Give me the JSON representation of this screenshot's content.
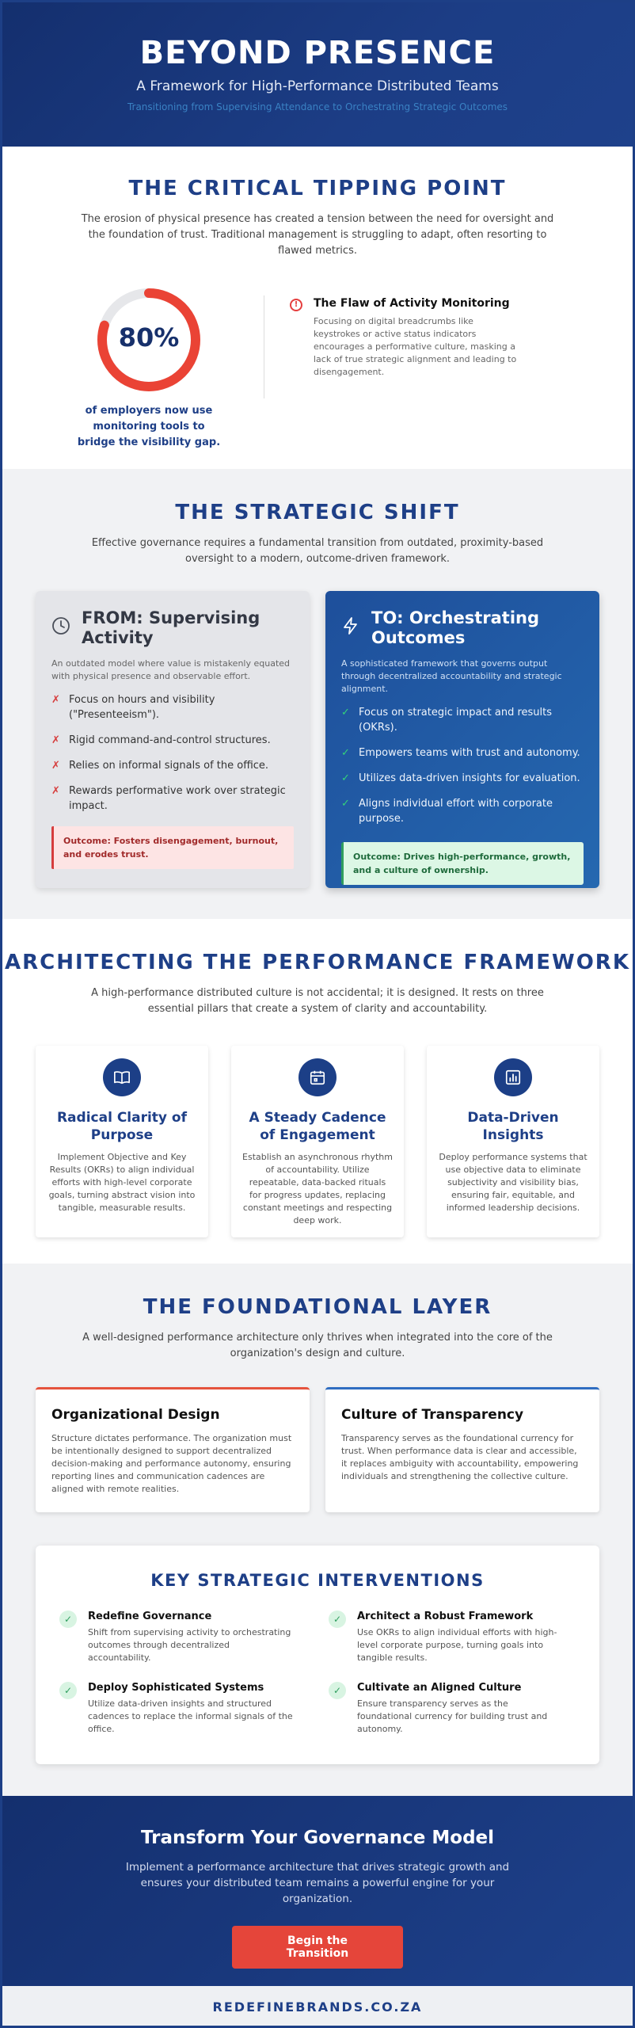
{
  "hero": {
    "title": "BEYOND PRESENCE",
    "subtitle": "A Framework for High-Performance Distributed Teams",
    "tagline": "Transitioning from Supervising Attendance to Orchestrating Strategic Outcomes"
  },
  "tipping": {
    "title": "THE CRITICAL TIPPING POINT",
    "intro": "The erosion of physical presence has created a tension between the need for oversight and the foundation of trust. Traditional management is struggling to adapt, often resorting to flawed metrics.",
    "stat": {
      "value": "80%",
      "fraction": 0.8,
      "caption": "of employers now use monitoring tools to bridge the visibility gap."
    },
    "flaw": {
      "icon": "alert-circle-icon",
      "title": "The Flaw of Activity Monitoring",
      "text": "Focusing on digital breadcrumbs like keystrokes or active status indicators encourages a performative culture, masking a lack of true strategic alignment and leading to disengagement."
    }
  },
  "shift": {
    "title": "THE STRATEGIC SHIFT",
    "intro": "Effective governance requires a fundamental transition from outdated, proximity-based oversight to a modern, outcome-driven framework.",
    "from": {
      "icon": "clock-icon",
      "title": "FROM: Supervising Activity",
      "desc": "An outdated model where value is mistakenly equated with physical presence and observable effort.",
      "mark": "✗",
      "items": [
        "Focus on hours and visibility (\"Presenteeism\").",
        "Rigid command-and-control structures.",
        "Relies on informal signals of the office.",
        "Rewards performative work over strategic impact."
      ],
      "outcome": "Outcome: Fosters disengagement, burnout, and erodes trust."
    },
    "to": {
      "icon": "lightning-icon",
      "title": "TO: Orchestrating Outcomes",
      "desc": "A sophisticated framework that governs output through decentralized accountability and strategic alignment.",
      "mark": "✓",
      "items": [
        "Focus on strategic impact and results (OKRs).",
        "Empowers teams with trust and autonomy.",
        "Utilizes data-driven insights for evaluation.",
        "Aligns individual effort with corporate purpose."
      ],
      "outcome": "Outcome: Drives high-performance, growth, and a culture of ownership."
    }
  },
  "framework": {
    "title": "ARCHITECTING THE PERFORMANCE FRAMEWORK",
    "intro": "A high-performance distributed culture is not accidental; it is designed. It rests on three essential pillars that create a system of clarity and accountability.",
    "pillars": [
      {
        "icon": "book-icon",
        "title": "Radical Clarity of Purpose",
        "text": "Implement Objective and Key Results (OKRs) to align individual efforts with high-level corporate goals, turning abstract vision into tangible, measurable results."
      },
      {
        "icon": "calendar-icon",
        "title": "A Steady Cadence of Engagement",
        "text": "Establish an asynchronous rhythm of accountability. Utilize repeatable, data-backed rituals for progress updates, replacing constant meetings and respecting deep work."
      },
      {
        "icon": "bar-chart-icon",
        "title": "Data-Driven Insights",
        "text": "Deploy performance systems that use objective data to eliminate subjectivity and visibility bias, ensuring fair, equitable, and informed leadership decisions."
      }
    ]
  },
  "foundation": {
    "title": "THE FOUNDATIONAL LAYER",
    "intro": "A well-designed performance architecture only thrives when integrated into the core of the organization's design and culture.",
    "cards": [
      {
        "title": "Organizational Design",
        "text": "Structure dictates performance. The organization must be intentionally designed to support decentralized decision-making and performance autonomy, ensuring reporting lines and communication cadences are aligned with remote realities.",
        "accent": "#e5533d"
      },
      {
        "title": "Culture of Transparency",
        "text": "Transparency serves as the foundational currency for trust. When performance data is clear and accessible, it replaces ambiguity with accountability, empowering individuals and strengthening the collective culture.",
        "accent": "#2f6dc1"
      }
    ],
    "interventions": {
      "title": "KEY STRATEGIC INTERVENTIONS",
      "check": "✓",
      "items": [
        {
          "title": "Redefine Governance",
          "text": "Shift from supervising activity to orchestrating outcomes through decentralized accountability."
        },
        {
          "title": "Architect a Robust Framework",
          "text": "Use OKRs to align individual efforts with high-level corporate purpose, turning goals into tangible results."
        },
        {
          "title": "Deploy Sophisticated Systems",
          "text": "Utilize data-driven insights and structured cadences to replace the informal signals of the office."
        },
        {
          "title": "Cultivate an Aligned Culture",
          "text": "Ensure transparency serves as the foundational currency for building trust and autonomy."
        }
      ]
    }
  },
  "cta": {
    "title": "Transform Your Governance Model",
    "text": "Implement a performance architecture that drives strategic growth and ensures your distributed team remains a powerful engine for your organization.",
    "button": "Begin the Transition",
    "button_color": "#e5453a"
  },
  "footer": {
    "text": "REDEFINEBRANDS.CO.ZA"
  },
  "colors": {
    "primary": "#1e3f87",
    "danger": "#d63d3d",
    "success": "#2f9e5e"
  }
}
